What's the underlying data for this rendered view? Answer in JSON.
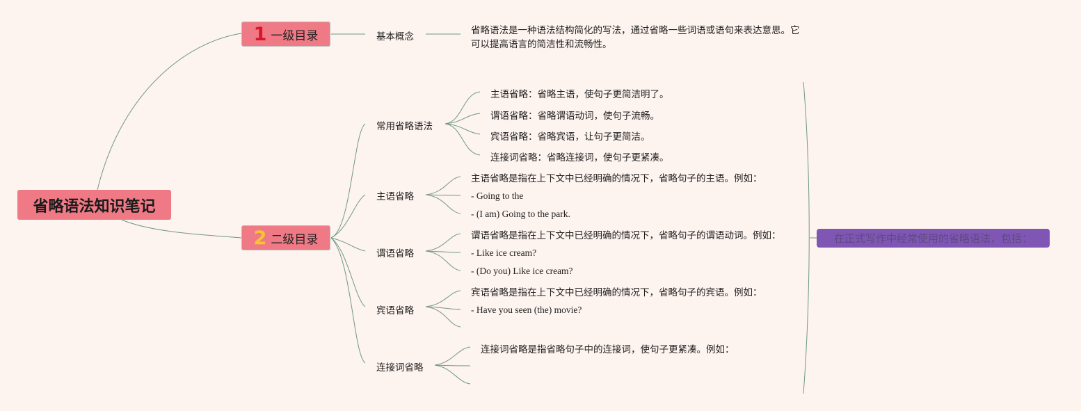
{
  "root": {
    "title": "省略语法知识笔记"
  },
  "level1": {
    "number": "1",
    "label": "一级目录"
  },
  "level2": {
    "number": "2",
    "label": "二级目录"
  },
  "basic": {
    "label": "基本概念",
    "desc_line1": "省略语法是一种语法结构简化的写法，通过省略一些词语或语句来表达意思。它",
    "desc_line2": "可以提高语言的简洁性和流畅性。"
  },
  "common": {
    "label": "常用省略语法",
    "items": [
      "主语省略：省略主语，使句子更简洁明了。",
      "谓语省略：省略谓语动词，使句子流畅。",
      "宾语省略：省略宾语，让句子更简洁。",
      "连接词省略：省略连接词，使句子更紧凑。"
    ]
  },
  "subject": {
    "label": "主语省略",
    "items": [
      "主语省略是指在上下文中已经明确的情况下，省略句子的主语。例如：",
      "- Going to the",
      "- (I am) Going to the park."
    ]
  },
  "predicate": {
    "label": "谓语省略",
    "items": [
      "谓语省略是指在上下文中已经明确的情况下，省略句子的谓语动词。例如：",
      "- Like ice cream?",
      "- (Do you) Like ice cream?"
    ]
  },
  "object": {
    "label": "宾语省略",
    "items": [
      "宾语省略是指在上下文中已经明确的情况下，省略句子的宾语。例如：",
      "- Have you seen (the) movie?"
    ]
  },
  "conjunction": {
    "label": "连接词省略",
    "items": [
      "连接词省略是指省略句子中的连接词，使句子更紧凑。例如："
    ]
  },
  "note": {
    "text": "在正式写作中经常使用的省略语法，包括："
  },
  "colors": {
    "background": "#fdf3ef",
    "node_fill": "#ef7a86",
    "line": "#6f9a7f",
    "note_fill": "#7f56b4"
  }
}
